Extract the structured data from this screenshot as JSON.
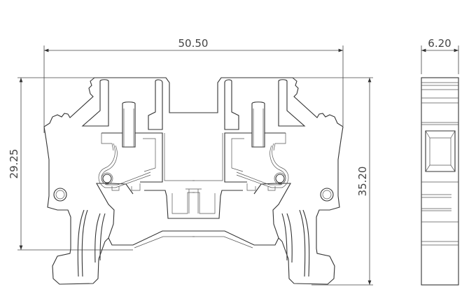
{
  "drawing": {
    "dimensions": {
      "width": "50.50",
      "height_left": "29.25",
      "height_right": "35.20",
      "side_width": "6.20"
    },
    "colors": {
      "line": "#333333",
      "background": "#ffffff"
    }
  }
}
